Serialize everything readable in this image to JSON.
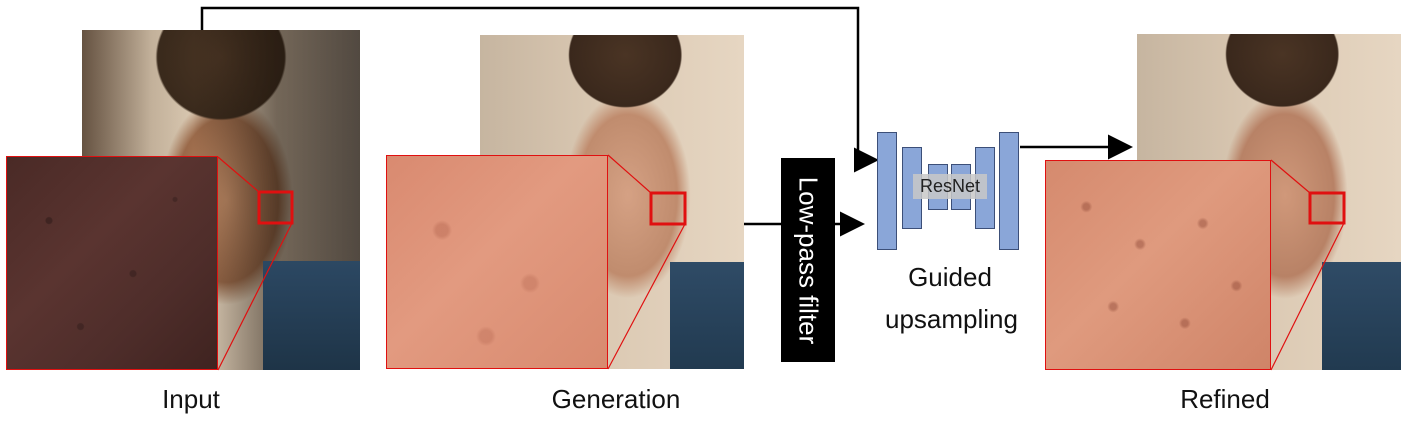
{
  "captions": {
    "input": "Input",
    "generation": "Generation",
    "refined": "Refined",
    "upsampling_line1": "Guided",
    "upsampling_line2": "upsampling"
  },
  "filter_label": "Low-pass filter",
  "resnet_label": "ResNet",
  "colors": {
    "zoom_border": "#e01010",
    "block_fill": "#8aa6d8",
    "block_stroke": "#3c4f78",
    "filter_bg": "#000000",
    "arrow": "#000000"
  }
}
